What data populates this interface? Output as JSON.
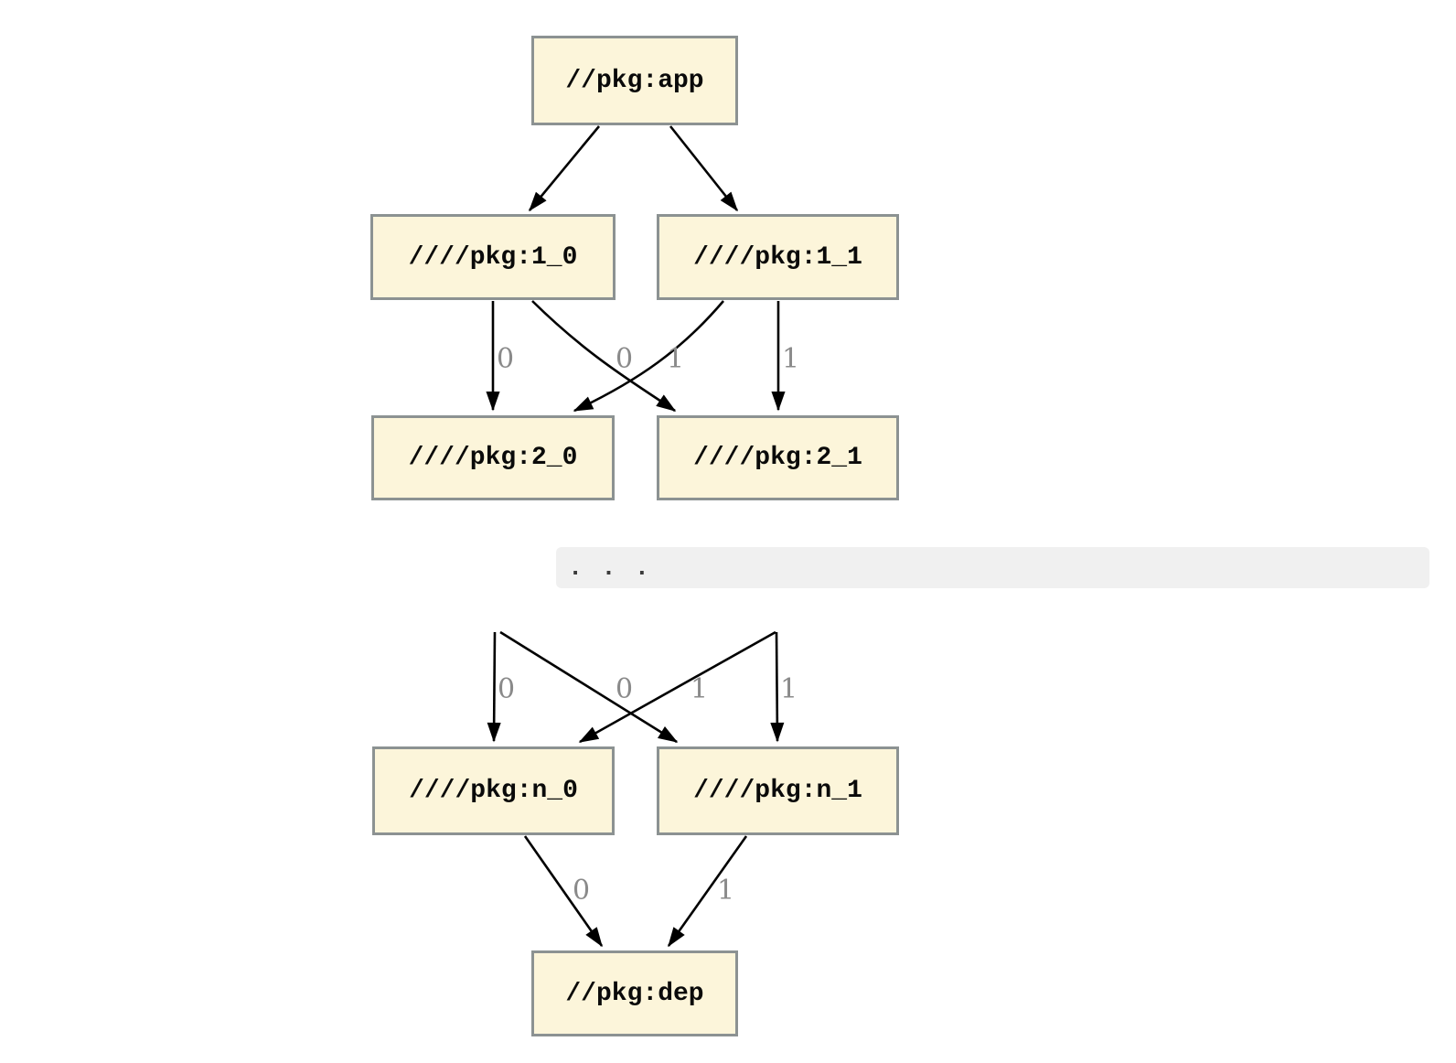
{
  "diagram": {
    "type": "dependency-graph",
    "nodes": [
      {
        "id": "app",
        "label": "//pkg:app"
      },
      {
        "id": "1_0",
        "label": "////pkg:1_0"
      },
      {
        "id": "1_1",
        "label": "////pkg:1_1"
      },
      {
        "id": "2_0",
        "label": "////pkg:2_0"
      },
      {
        "id": "2_1",
        "label": "////pkg:2_1"
      },
      {
        "id": "n_0",
        "label": "////pkg:n_0"
      },
      {
        "id": "n_1",
        "label": "////pkg:n_1"
      },
      {
        "id": "dep",
        "label": "//pkg:dep"
      }
    ],
    "edges": [
      {
        "from": "app",
        "to": "1_0",
        "label": ""
      },
      {
        "from": "app",
        "to": "1_1",
        "label": ""
      },
      {
        "from": "1_0",
        "to": "2_0",
        "label": "0"
      },
      {
        "from": "1_1",
        "to": "2_0",
        "label": "0"
      },
      {
        "from": "1_0",
        "to": "2_1",
        "label": "1"
      },
      {
        "from": "1_1",
        "to": "2_1",
        "label": "1"
      },
      {
        "from": "...",
        "to": "n_0",
        "label": "0"
      },
      {
        "from": "...",
        "to": "n_1",
        "label": "1"
      },
      {
        "from": "...",
        "to": "n_0",
        "label": "0"
      },
      {
        "from": "...",
        "to": "n_1",
        "label": "1"
      },
      {
        "from": "n_0",
        "to": "dep",
        "label": "0"
      },
      {
        "from": "n_1",
        "to": "dep",
        "label": "1"
      }
    ],
    "ellipsis": ". . .",
    "colors": {
      "node_fill": "#fcf5da",
      "node_border": "#8c9292",
      "edge": "#000000",
      "edge_label": "#8a8a8a",
      "ellipsis_band": "#f0f0f0"
    }
  }
}
